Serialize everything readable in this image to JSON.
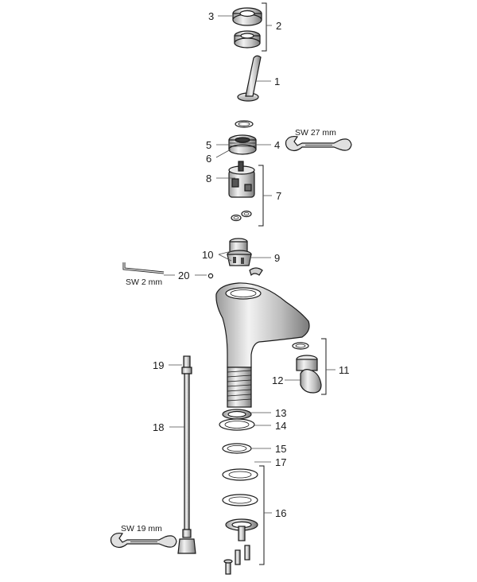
{
  "diagram": {
    "part_labels": [
      "1",
      "2",
      "3",
      "4",
      "5",
      "6",
      "7",
      "8",
      "9",
      "10",
      "11",
      "12",
      "13",
      "14",
      "15",
      "16",
      "17",
      "18",
      "19",
      "20"
    ],
    "wrench_labels": {
      "sw27": "SW 27 mm",
      "sw2": "SW 2 mm",
      "sw19": "SW 19 mm"
    },
    "colors": {
      "line": "#1a1a1a",
      "chrome": "#cfcfcf",
      "chrome_dark": "#8c8c8c",
      "background": "#ffffff"
    }
  }
}
